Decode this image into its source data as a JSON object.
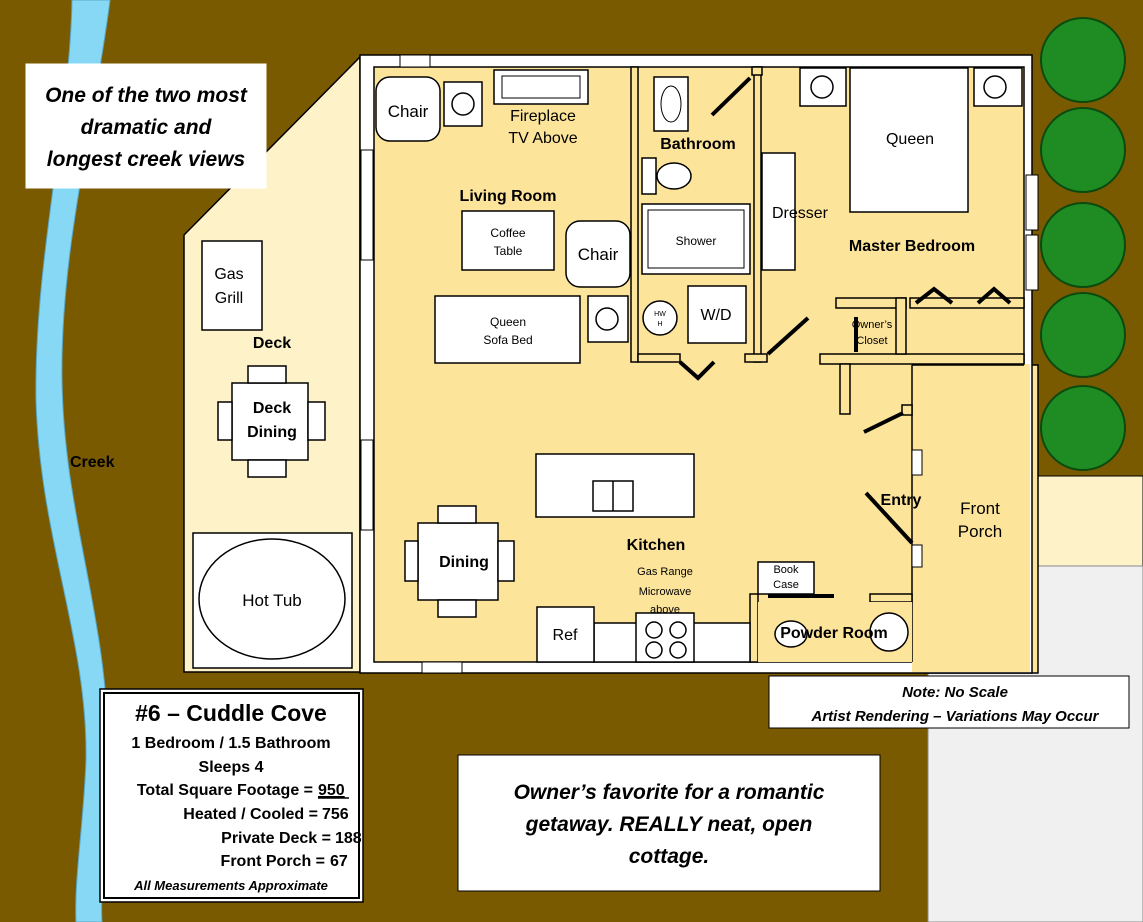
{
  "colors": {
    "ground": "#7a5a00",
    "creek": "#87d8f5",
    "deck": "#fdf2c8",
    "interior": "#fde49b",
    "furniture": "#ffffff",
    "porch": "#fde49b",
    "bush": "#1e8c23",
    "gravel": "#f0f0f0"
  },
  "callouts": {
    "creek_view": [
      "One of the two most",
      "dramatic and",
      "longest creek views"
    ],
    "owner_favorite": [
      "Owner’s favorite for a romantic",
      "getaway.  REALLY neat, open",
      "cottage."
    ],
    "note": [
      "Note:  No Scale",
      "Artist Rendering – Variations May Occur"
    ]
  },
  "info": {
    "title": "#6 – Cuddle Cove",
    "beds_baths": "1 Bedroom / 1.5 Bathroom",
    "sleeps": "Sleeps 4",
    "total_label": "Total Square Footage =",
    "total_value": "950",
    "heated_label": "Heated / Cooled =",
    "heated_value": "756",
    "deck_label": "Private Deck =",
    "deck_value": "188",
    "porch_label": "Front Porch =",
    "porch_value": "67",
    "footnote": "All Measurements Approximate"
  },
  "labels": {
    "creek": "Creek",
    "deck": "Deck",
    "gas_grill": [
      "Gas",
      "Grill"
    ],
    "deck_dining": [
      "Deck",
      "Dining"
    ],
    "hot_tub": "Hot Tub",
    "chair": "Chair",
    "fireplace": [
      "Fireplace",
      "TV Above"
    ],
    "living_room": "Living Room",
    "coffee_table": [
      "Coffee",
      "Table"
    ],
    "sofa_bed": [
      "Queen",
      "Sofa Bed"
    ],
    "bathroom": "Bathroom",
    "shower": "Shower",
    "water_heater": [
      "HW",
      "H"
    ],
    "washer_dryer": "W/D",
    "dresser": "Dresser",
    "queen_bed": "Queen",
    "master_bedroom": "Master Bedroom",
    "owners_closet": [
      "Owner’s",
      "Closet"
    ],
    "dining": "Dining",
    "kitchen": "Kitchen",
    "gas_range": [
      "Gas Range",
      "Microwave",
      "above"
    ],
    "ref": "Ref",
    "book_case": [
      "Book",
      "Case"
    ],
    "powder_room": "Powder Room",
    "entry": "Entry",
    "front_porch": [
      "Front",
      "Porch"
    ]
  }
}
